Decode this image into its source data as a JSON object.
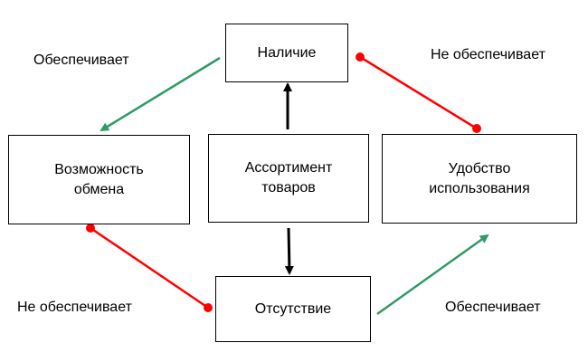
{
  "nodes": {
    "presence": "Наличие",
    "exchange": "Возможность\nобмена",
    "assortment": "Ассортимент\nтоваров",
    "convenience": "Удобство\nиспользования",
    "absence": "Отсутствие"
  },
  "edge_labels": {
    "top_left": "Обеспечивает",
    "top_right": "Не обеспечивает",
    "bottom_left": "Не обеспечивает",
    "bottom_right": "Обеспечивает"
  },
  "colors": {
    "provides": "#2e9a64",
    "not_provides": "#ff0000",
    "hierarchy": "#000000"
  },
  "edges": [
    {
      "from": "presence",
      "to": "exchange",
      "relation": "provides"
    },
    {
      "from": "presence",
      "to": "convenience",
      "relation": "not_provides"
    },
    {
      "from": "exchange",
      "to": "absence",
      "relation": "not_provides"
    },
    {
      "from": "absence",
      "to": "convenience",
      "relation": "provides"
    },
    {
      "from": "assortment",
      "to": "presence",
      "relation": "hierarchy"
    },
    {
      "from": "assortment",
      "to": "absence",
      "relation": "hierarchy"
    }
  ]
}
